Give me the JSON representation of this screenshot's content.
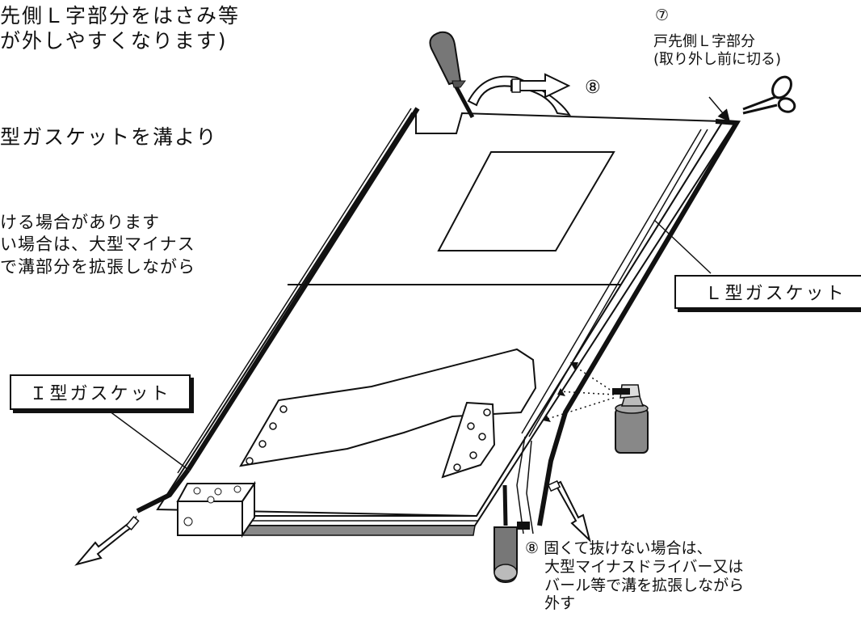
{
  "texts": {
    "left_block_1": "先側Ｌ字部分をはさみ等\nが外しやすくなります)",
    "left_block_2": "型ガスケットを溝より",
    "left_block_3": "ける場合があります\nい場合は、大型マイナス\nで溝部分を拡張しながら",
    "step7_number": "⑦",
    "step7_text": "戸先側Ｌ字部分\n(取り外し前に切る)",
    "step8_top": "⑧",
    "step8_bottom": "⑧ 固くて抜けない場合は、\n    大型マイナスドライバー又は\n    バール等で溝を拡張しながら\n    外す"
  },
  "labels": {
    "l_gasket": "Ｌ型ガスケット",
    "i_gasket": "Ｉ型ガスケット"
  },
  "icons": [
    "screwdriver-icon",
    "scissors-icon",
    "spray-can-icon",
    "arrow-icon"
  ]
}
